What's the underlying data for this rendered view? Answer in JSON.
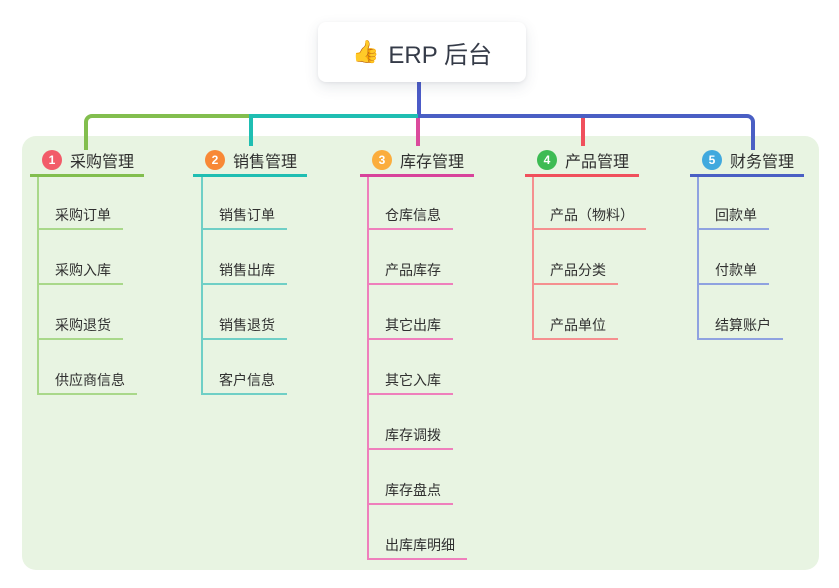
{
  "root": {
    "icon": "👍",
    "label": "ERP 后台"
  },
  "colors": {
    "panel_bg": "#E8F4E2",
    "root_stem": "#4C5BC8",
    "bus_left_green": "#82BE4E",
    "bus_mid_teal": "#1FBEB2",
    "bus_right_indigo": "#4A5FC4",
    "drop_pink": "#DB4A9C",
    "drop_red": "#F0505C"
  },
  "branches": [
    {
      "num": "1",
      "title": "采购管理",
      "badge_color": "#F25B69",
      "line_color": "#82BE4E",
      "sub_line_color": "#A9D88A",
      "items": [
        "采购订单",
        "采购入库",
        "采购退货",
        "供应商信息"
      ]
    },
    {
      "num": "2",
      "title": "销售管理",
      "badge_color": "#F88836",
      "line_color": "#1FBEB2",
      "sub_line_color": "#6FCFC6",
      "items": [
        "销售订单",
        "销售出库",
        "销售退货",
        "客户信息"
      ]
    },
    {
      "num": "3",
      "title": "库存管理",
      "badge_color": "#FBAD3D",
      "line_color": "#D8439B",
      "sub_line_color": "#EF7FBC",
      "items": [
        "仓库信息",
        "产品库存",
        "其它出库",
        "其它入库",
        "库存调拨",
        "库存盘点",
        "出库库明细"
      ]
    },
    {
      "num": "4",
      "title": "产品管理",
      "badge_color": "#3DBB53",
      "line_color": "#F0505C",
      "sub_line_color": "#F58F8F",
      "items": [
        "产品（物料）",
        "产品分类",
        "产品单位"
      ]
    },
    {
      "num": "5",
      "title": "财务管理",
      "badge_color": "#41A9DE",
      "line_color": "#4A5FC4",
      "sub_line_color": "#8FA2E0",
      "items": [
        "回款单",
        "付款单",
        "结算账户"
      ]
    }
  ]
}
